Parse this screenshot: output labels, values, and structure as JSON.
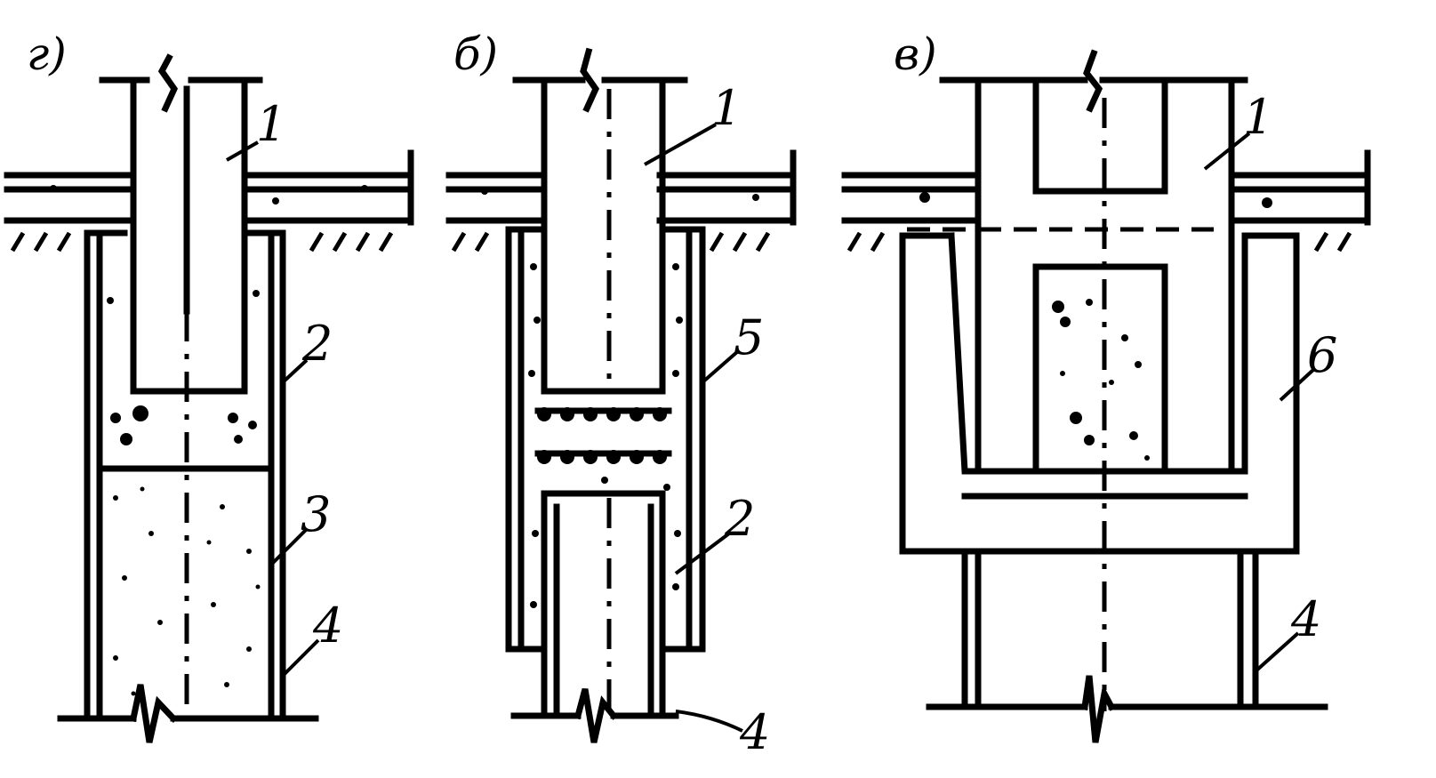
{
  "panels": [
    {
      "id": "a",
      "label": "г)"
    },
    {
      "id": "b",
      "label": "б)"
    },
    {
      "id": "c",
      "label": "в)"
    }
  ],
  "callouts": {
    "a": [
      "1",
      "2",
      "3",
      "4"
    ],
    "b": [
      "1",
      "5",
      "2",
      "4"
    ],
    "c": [
      "1",
      "6",
      "4"
    ]
  }
}
